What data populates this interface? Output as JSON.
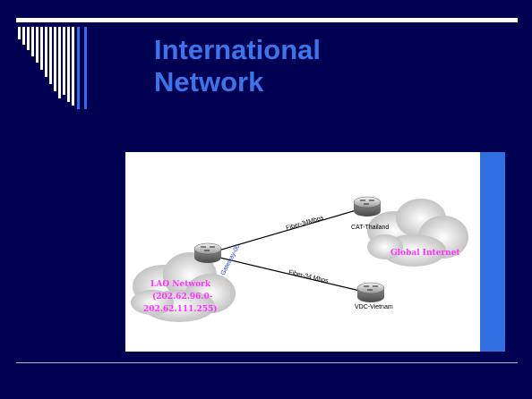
{
  "slide": {
    "title_line1": "International",
    "title_line2": "Network"
  },
  "diagram": {
    "links": [
      {
        "label": "Fiber-34Mbps"
      },
      {
        "label": "Fiber-34 Mbps"
      }
    ],
    "gateway_label": "Gateway-00",
    "nodes": {
      "thailand": "CAT-Thailand",
      "vietnam": "VDC-Vietnam"
    },
    "clouds": {
      "lao_line1": "LAO Network",
      "lao_line2": "(202.62.96.0-",
      "lao_line3": "202.62.111.255)",
      "global": "Global Internet"
    }
  },
  "colors": {
    "background": "#000052",
    "title": "#3d74e8",
    "accent_blue": "#2f6fe0",
    "cloud_label": "#ff33ff"
  },
  "icons": [
    "router-icon",
    "cloud-icon"
  ]
}
